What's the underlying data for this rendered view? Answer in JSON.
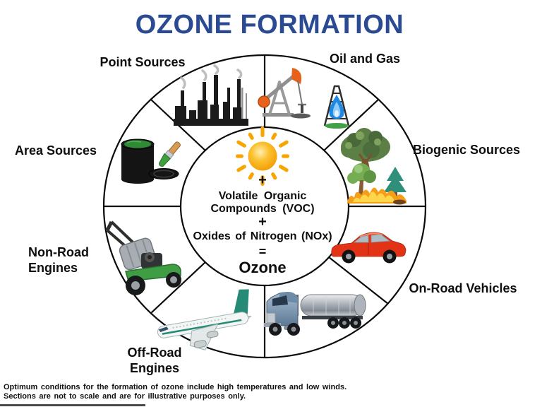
{
  "title": "OZONE FORMATION",
  "colors": {
    "title_blue": "#2a4a94",
    "outline_black": "#0a0a0a",
    "sun_orange": "#f5a21b",
    "car_red": "#e23317",
    "gas_flame_blue": "#1e88e5",
    "mower_green": "#3f9d44",
    "plane_teal": "#258a76"
  },
  "wheel": {
    "center": {
      "icon": "sun-icon",
      "plus1": "+",
      "voc_line1": "Volatile Organic",
      "voc_line2": "Compounds (VOC)",
      "plus2": "+",
      "nox_line": "Oxides of Nitrogen (NOx)",
      "equals": "=",
      "result": "Ozone"
    },
    "sections": [
      {
        "label": "Point Sources",
        "icon": "factory-icon"
      },
      {
        "label": "Oil and Gas",
        "icon": "oil-pumpjack-icon, gas-derrick-icon"
      },
      {
        "label": "Biogenic Sources",
        "icon": "tree-icon, wildfire-trees-icon"
      },
      {
        "label": "On-Road Vehicles",
        "icon": "car-icon, tanker-truck-icon"
      },
      {
        "label": "Off-Road Engines",
        "lines": [
          "Off-Road",
          "Engines"
        ],
        "icon": "airplane-icon"
      },
      {
        "label": "Non-Road Engines",
        "lines": [
          "Non-Road",
          "Engines"
        ],
        "icon": "lawn-mower-icon"
      },
      {
        "label": "Area Sources",
        "icon": "paint-can-icon, paint-brush-icon"
      }
    ]
  },
  "footnote": {
    "line1": "Optimum conditions for the formation of ozone include high temperatures and low winds.",
    "line2": "Sections are not to scale and are for illustrative purposes only."
  }
}
